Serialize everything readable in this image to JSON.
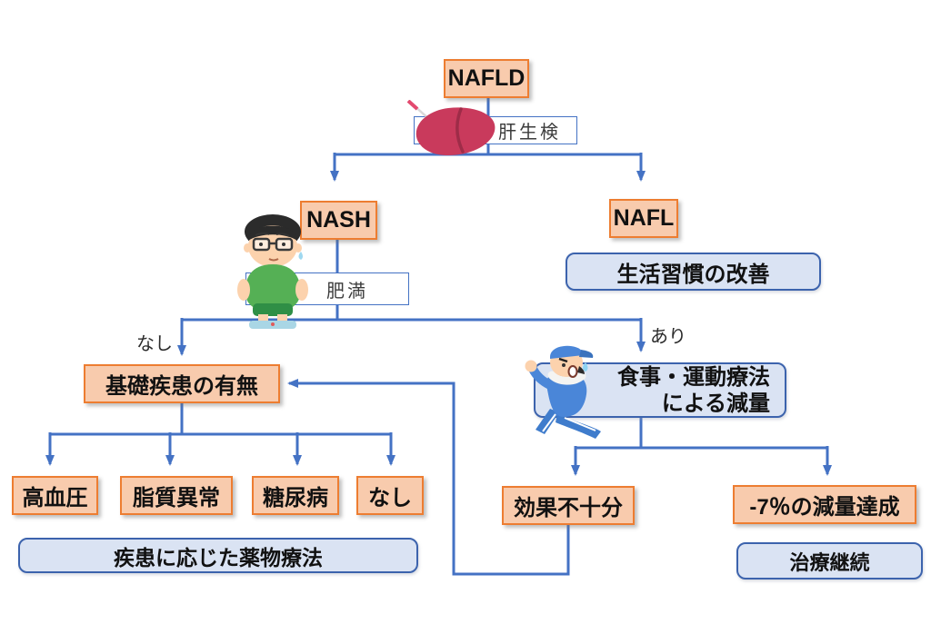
{
  "colors": {
    "accent_blue": "#4472C4",
    "node_fill_orange": "#F8CBAD",
    "node_border_orange": "#ED7D31",
    "node_fill_blue": "#DAE3F3",
    "node_border_blue": "#3C63AD",
    "label_box_fill": "#FFFFFF",
    "background": "#FFFFFF"
  },
  "nodes": {
    "nafld": {
      "label": "NAFLD"
    },
    "biopsy": {
      "label": "肝生検"
    },
    "nash": {
      "label": "NASH"
    },
    "nafl": {
      "label": "NAFL"
    },
    "lifestyle": {
      "label": "生活習慣の改善"
    },
    "obesity": {
      "label": "肥満"
    },
    "no_branch": {
      "label": "なし"
    },
    "yes_branch": {
      "label": "あり"
    },
    "underlying_disease": {
      "label": "基礎疾患の有無"
    },
    "diet_exercise": {
      "line1": "食事・運動療法",
      "line2": "による減量"
    },
    "hypertension": {
      "label": "高血圧"
    },
    "dyslipidemia": {
      "label": "脂質異常"
    },
    "diabetes": {
      "label": "糖尿病"
    },
    "no_disease": {
      "label": "なし"
    },
    "drug_therapy": {
      "label": "疾患に応じた薬物療法"
    },
    "insufficient_effect": {
      "label": "効果不十分"
    },
    "weight_loss_achieved": {
      "label": "-7％の減量達成"
    },
    "continue_treatment": {
      "label": "治療継続"
    }
  },
  "icons": {
    "liver": "liver-biopsy-illustration",
    "obese_person": "obese-person-on-scale-illustration",
    "runner": "running-person-illustration"
  }
}
